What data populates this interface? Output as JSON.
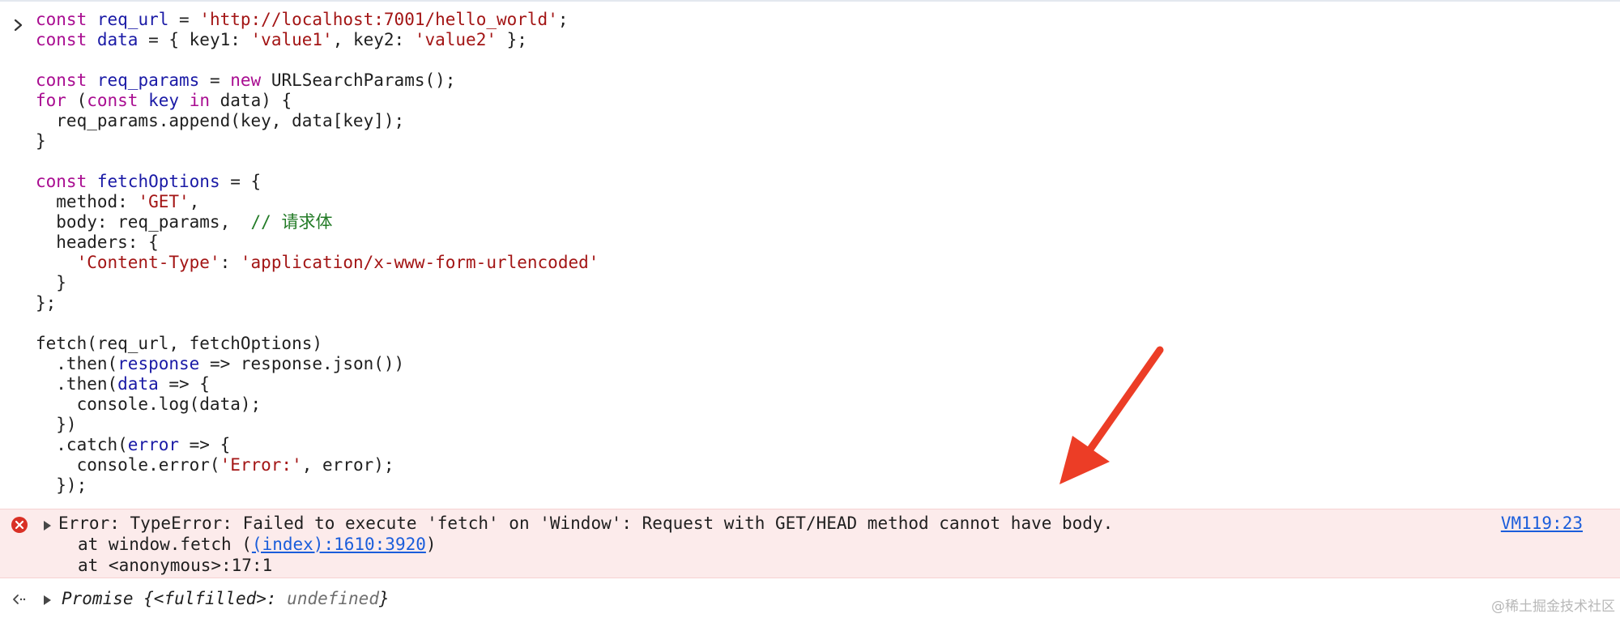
{
  "console": {
    "input": {
      "lines": [
        [
          {
            "t": "const",
            "k": "kw"
          },
          {
            "t": " ",
            "k": "plain"
          },
          {
            "t": "req_url",
            "k": "var"
          },
          {
            "t": " = ",
            "k": "plain"
          },
          {
            "t": "'http://localhost:7001/hello_world'",
            "k": "str"
          },
          {
            "t": ";",
            "k": "plain"
          }
        ],
        [
          {
            "t": "const",
            "k": "kw"
          },
          {
            "t": " ",
            "k": "plain"
          },
          {
            "t": "data",
            "k": "var"
          },
          {
            "t": " = { key1: ",
            "k": "plain"
          },
          {
            "t": "'value1'",
            "k": "str"
          },
          {
            "t": ", key2: ",
            "k": "plain"
          },
          {
            "t": "'value2'",
            "k": "str"
          },
          {
            "t": " };",
            "k": "plain"
          }
        ],
        [],
        [
          {
            "t": "const",
            "k": "kw"
          },
          {
            "t": " ",
            "k": "plain"
          },
          {
            "t": "req_params",
            "k": "var"
          },
          {
            "t": " = ",
            "k": "plain"
          },
          {
            "t": "new",
            "k": "kw"
          },
          {
            "t": " URLSearchParams();",
            "k": "plain"
          }
        ],
        [
          {
            "t": "for",
            "k": "kw"
          },
          {
            "t": " (",
            "k": "plain"
          },
          {
            "t": "const",
            "k": "kw"
          },
          {
            "t": " ",
            "k": "plain"
          },
          {
            "t": "key",
            "k": "var"
          },
          {
            "t": " ",
            "k": "plain"
          },
          {
            "t": "in",
            "k": "kw"
          },
          {
            "t": " data) {",
            "k": "plain"
          }
        ],
        [
          {
            "t": "  req_params.append(key, data[key]);",
            "k": "plain"
          }
        ],
        [
          {
            "t": "}",
            "k": "plain"
          }
        ],
        [],
        [
          {
            "t": "const",
            "k": "kw"
          },
          {
            "t": " ",
            "k": "plain"
          },
          {
            "t": "fetchOptions",
            "k": "var"
          },
          {
            "t": " = {",
            "k": "plain"
          }
        ],
        [
          {
            "t": "  method: ",
            "k": "plain"
          },
          {
            "t": "'GET'",
            "k": "str"
          },
          {
            "t": ",",
            "k": "plain"
          }
        ],
        [
          {
            "t": "  body: req_params,  ",
            "k": "plain"
          },
          {
            "t": "// 请求体",
            "k": "cmt"
          }
        ],
        [
          {
            "t": "  headers: {",
            "k": "plain"
          }
        ],
        [
          {
            "t": "    ",
            "k": "plain"
          },
          {
            "t": "'Content-Type'",
            "k": "str"
          },
          {
            "t": ": ",
            "k": "plain"
          },
          {
            "t": "'application/x-www-form-urlencoded'",
            "k": "str"
          }
        ],
        [
          {
            "t": "  }",
            "k": "plain"
          }
        ],
        [
          {
            "t": "};",
            "k": "plain"
          }
        ],
        [],
        [
          {
            "t": "fetch(req_url, fetchOptions)",
            "k": "plain"
          }
        ],
        [
          {
            "t": "  .then(",
            "k": "plain"
          },
          {
            "t": "response",
            "k": "var"
          },
          {
            "t": " => response.json())",
            "k": "plain"
          }
        ],
        [
          {
            "t": "  .then(",
            "k": "plain"
          },
          {
            "t": "data",
            "k": "var"
          },
          {
            "t": " => {",
            "k": "plain"
          }
        ],
        [
          {
            "t": "    console.log(data);",
            "k": "plain"
          }
        ],
        [
          {
            "t": "  })",
            "k": "plain"
          }
        ],
        [
          {
            "t": "  .catch(",
            "k": "plain"
          },
          {
            "t": "error",
            "k": "var"
          },
          {
            "t": " => {",
            "k": "plain"
          }
        ],
        [
          {
            "t": "    console.error(",
            "k": "plain"
          },
          {
            "t": "'Error:'",
            "k": "str"
          },
          {
            "t": ", error);",
            "k": "plain"
          }
        ],
        [
          {
            "t": "  });",
            "k": "plain"
          }
        ]
      ]
    },
    "error": {
      "message": "Error: TypeError: Failed to execute 'fetch' on 'Window': Request with GET/HEAD method cannot have body.",
      "stack1_prefix": "at window.fetch (",
      "stack1_link": "(index):1610:3920",
      "stack1_suffix": ")",
      "stack2": "at <anonymous>:17:1",
      "source_link": "VM119:23"
    },
    "result": {
      "prefix": "Promise {",
      "state": "<fulfilled>",
      "sep": ": ",
      "value": "undefined",
      "suffix": "}"
    }
  },
  "watermark": "@稀土掘金技术社区",
  "colors": {
    "error_bg": "#fcebeb",
    "error_icon": "#d93025",
    "link": "#1a5ddb",
    "arrow": "#ec3d26",
    "keyword": "#a90d91",
    "variable": "#1a1aa6",
    "string": "#a31515",
    "comment": "#237b27"
  }
}
